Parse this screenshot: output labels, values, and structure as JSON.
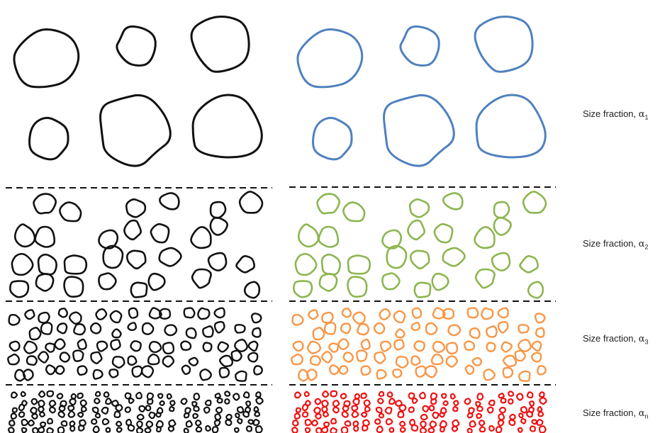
{
  "rows": [
    {
      "label": "Size fraction, ",
      "symbol": "α",
      "subscript": "1",
      "color": "#4f81bd"
    },
    {
      "label": "Size fraction, ",
      "symbol": "α",
      "subscript": "2",
      "color": "#8cb550"
    },
    {
      "label": "Size fraction, ",
      "symbol": "α",
      "subscript": "3",
      "color": "#f79646"
    },
    {
      "label": "Size fraction, ",
      "symbol": "α",
      "subscript": "n",
      "color": "#ee1111"
    }
  ],
  "left_color": "#111111"
}
